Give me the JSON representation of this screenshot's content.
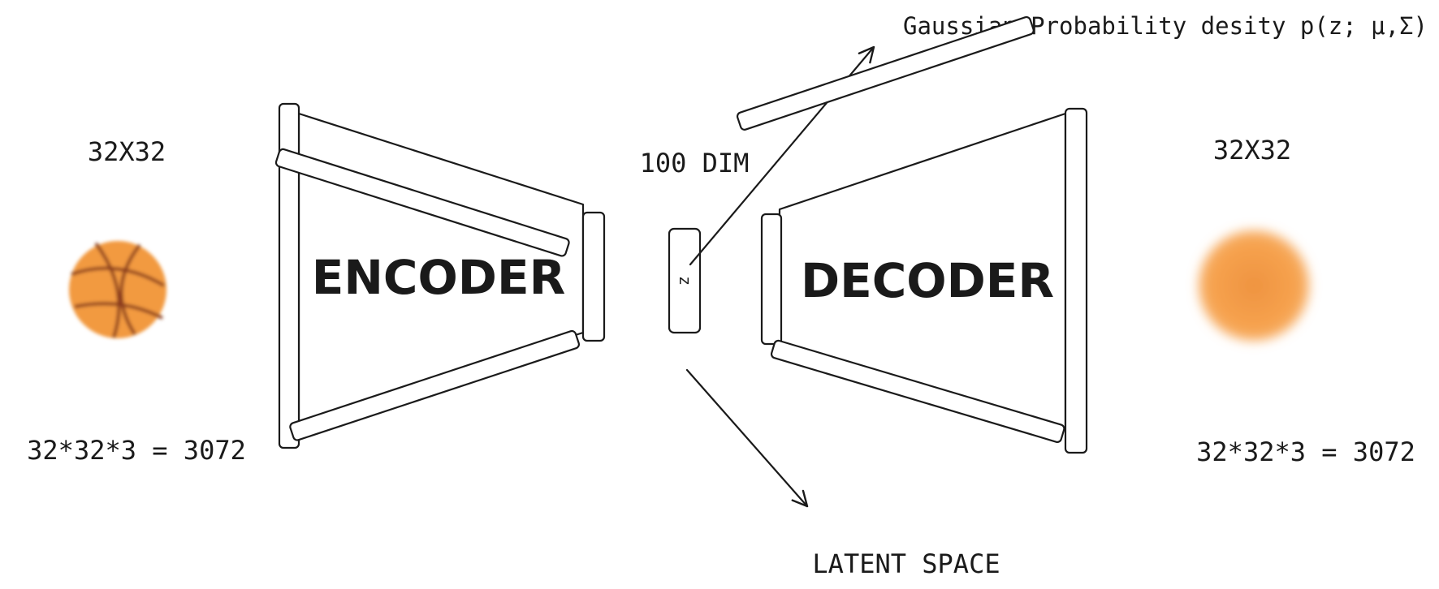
{
  "encoder": {
    "label": "ENCODER",
    "input_size": "32X32",
    "input_dims": "32*32*3 = 3072"
  },
  "decoder": {
    "label": "DECODER",
    "output_size": "32X32",
    "output_dims": "32*32*3 = 3072"
  },
  "latent": {
    "z_label": "z",
    "dim_label": "100 DIM",
    "space_label": "LATENT SPACE",
    "distribution_label": "Gaussian Probability desity p(z; μ,Σ)"
  },
  "images": {
    "input_icon": "basketball-icon",
    "output_icon": "blurry-ball-icon",
    "input_color": "#f29a3f",
    "output_color": "#f5a04a",
    "seam_color": "#8a3a1e"
  }
}
